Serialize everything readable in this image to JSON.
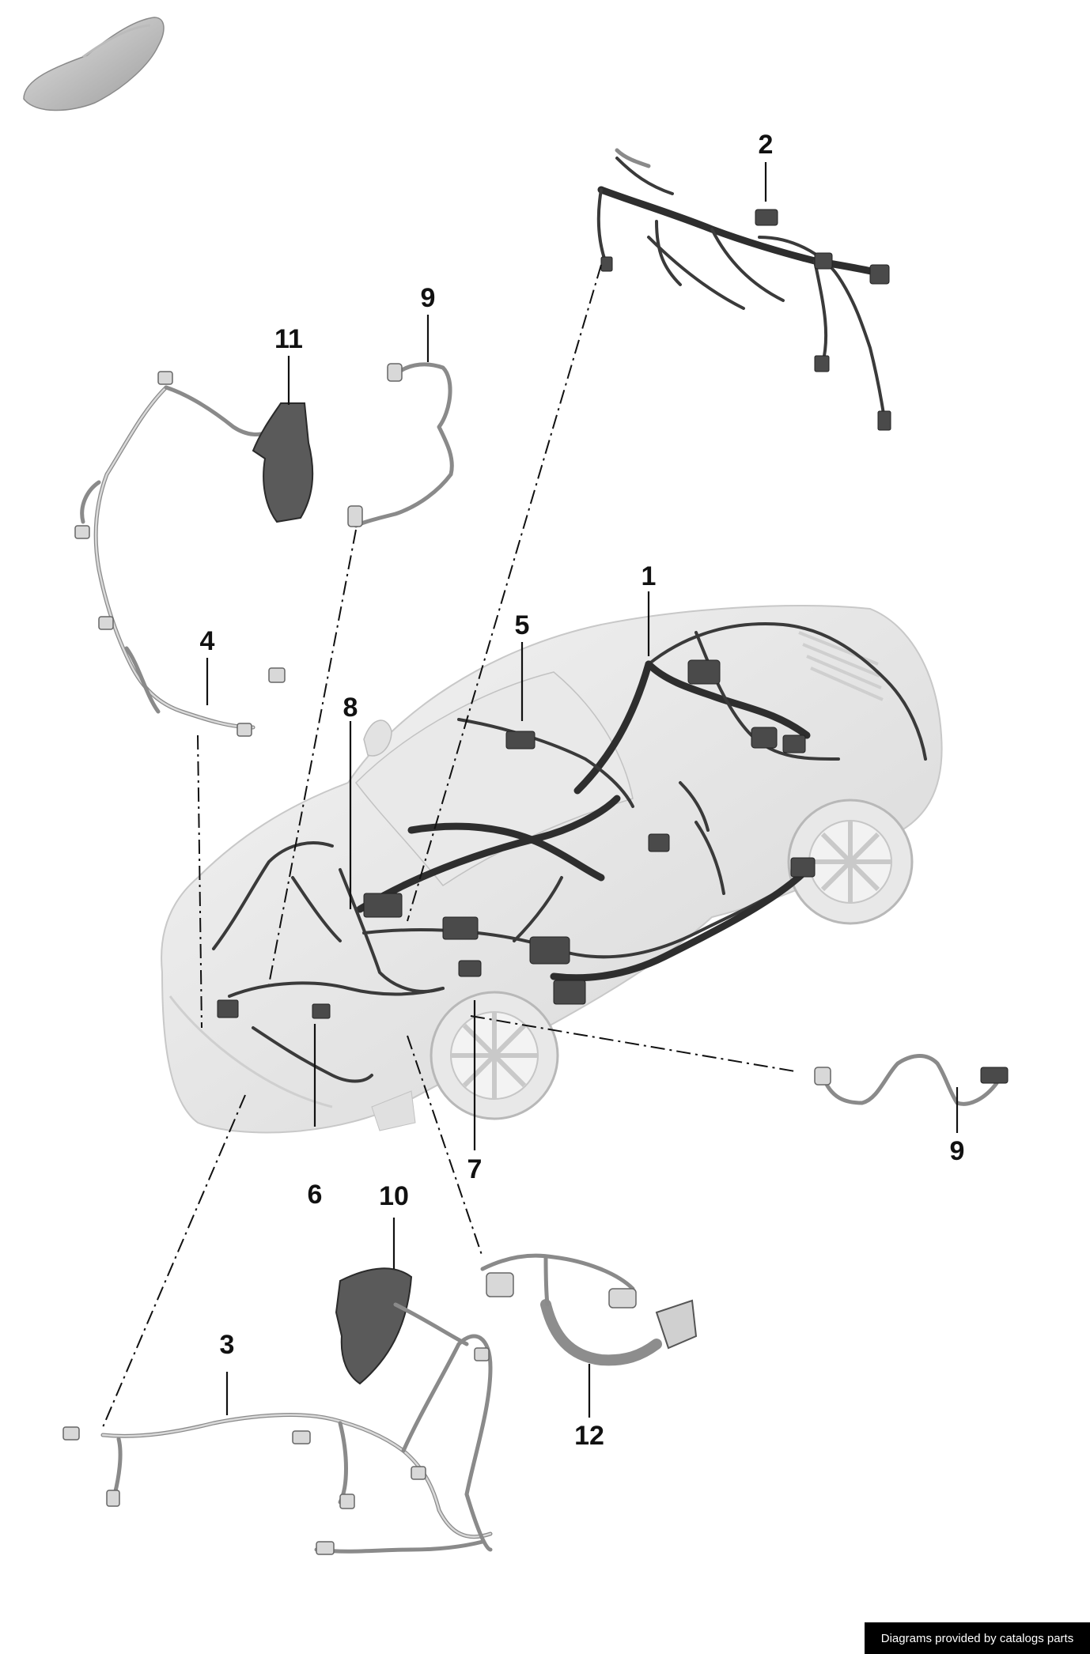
{
  "callouts": [
    {
      "label": "1"
    },
    {
      "label": "2"
    },
    {
      "label": "3"
    },
    {
      "label": "4"
    },
    {
      "label": "5"
    },
    {
      "label": "6"
    },
    {
      "label": "7"
    },
    {
      "label": "8"
    },
    {
      "label": "9"
    },
    {
      "label": "9"
    },
    {
      "label": "10"
    },
    {
      "label": "11"
    },
    {
      "label": "12"
    }
  ],
  "footer": {
    "text": "Diagrams provided by catalogs parts"
  },
  "colors": {
    "background": "#ffffff",
    "linework": "#111111",
    "footer_bg": "#000000",
    "footer_text": "#ffffff"
  }
}
